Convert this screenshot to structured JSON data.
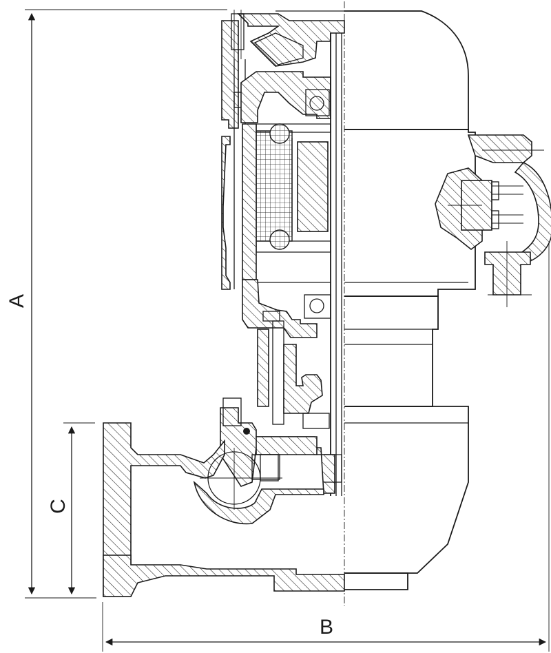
{
  "dimensions": {
    "a": {
      "label": "A"
    },
    "b": {
      "label": "B"
    },
    "c": {
      "label": "C"
    }
  },
  "colors": {
    "line": "#1a1a1a",
    "background": "#ffffff"
  }
}
